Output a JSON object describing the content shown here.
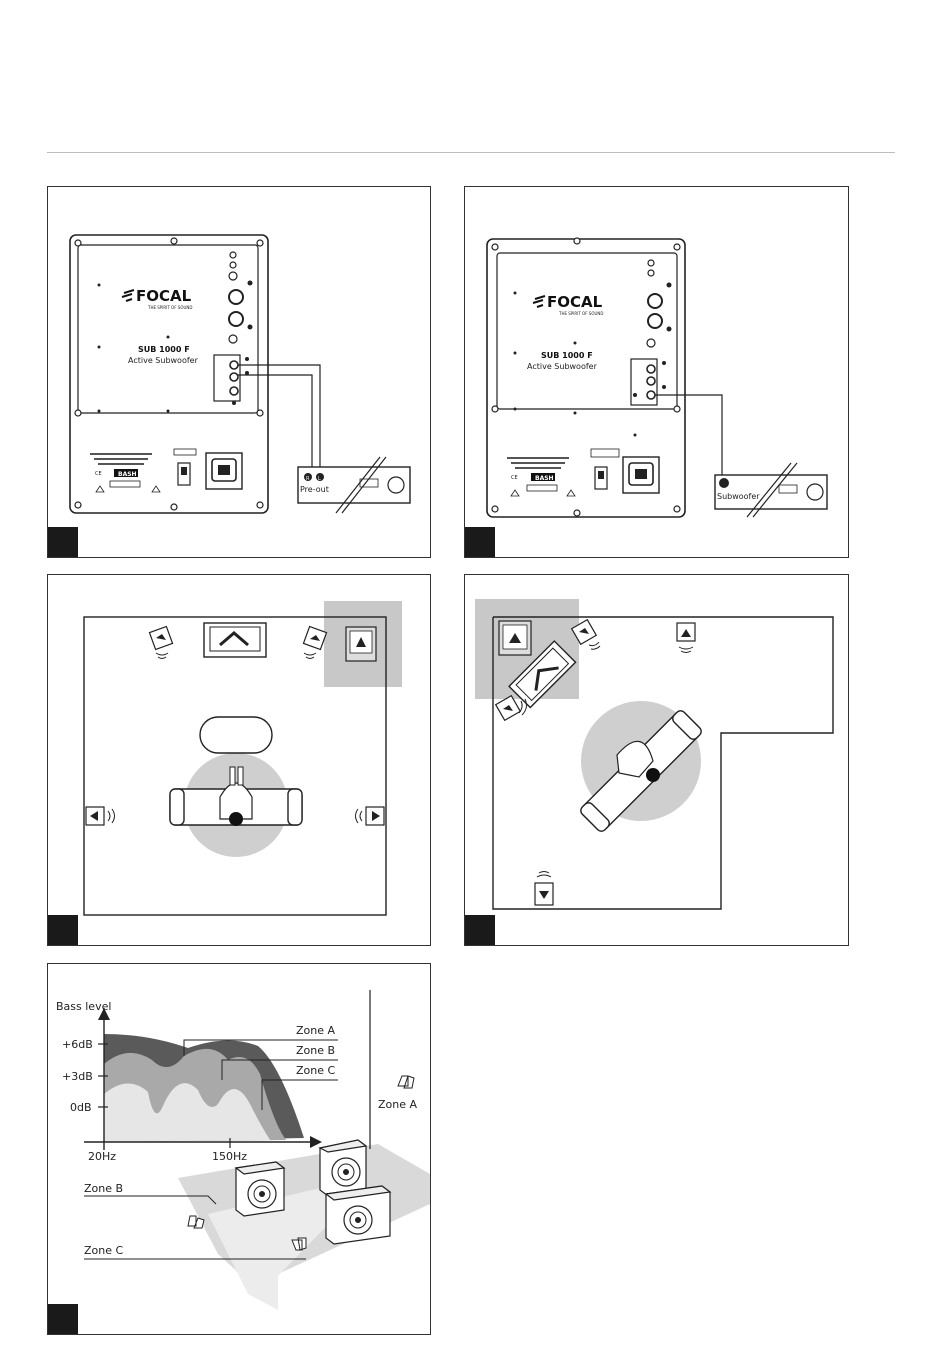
{
  "panels": {
    "p1": {
      "brand": "FOCAL",
      "tagline": "THE SPIRIT OF SOUND",
      "model": "SUB 1000 F",
      "model_desc": "Active Subwoofer",
      "bash_logo": "BASH",
      "amp_label": "Pre-out",
      "jack_r": "R",
      "jack_l": "L"
    },
    "p2": {
      "brand": "FOCAL",
      "tagline": "THE SPIRIT OF SOUND",
      "model": "SUB 1000 F",
      "model_desc": "Active Subwoofer",
      "bash_logo": "BASH",
      "amp_label": "Subwoofer"
    },
    "p5": {
      "y_axis_label": "Bass level",
      "y_ticks": [
        "+6dB",
        "+3dB",
        "0dB"
      ],
      "x_ticks": [
        "20Hz",
        "150Hz"
      ],
      "zone_a": "Zone A",
      "zone_b": "Zone B",
      "zone_c": "Zone C",
      "zone_a_right": "Zone A",
      "zone_b_left": "Zone B",
      "zone_c_left": "Zone C"
    }
  },
  "colors": {
    "dark_zone": "#5a5a5a",
    "mid_zone": "#a9a9a9",
    "light_zone": "#e6e6e6",
    "room_highlight": "#c8c8c8",
    "listening_circle": "#cfcfcf"
  },
  "icons": [
    "speaker-icon",
    "subwoofer-icon",
    "sofa-icon",
    "listener-icon",
    "thumbs-up-icon",
    "thumbs-down-icon",
    "tv-icon"
  ]
}
